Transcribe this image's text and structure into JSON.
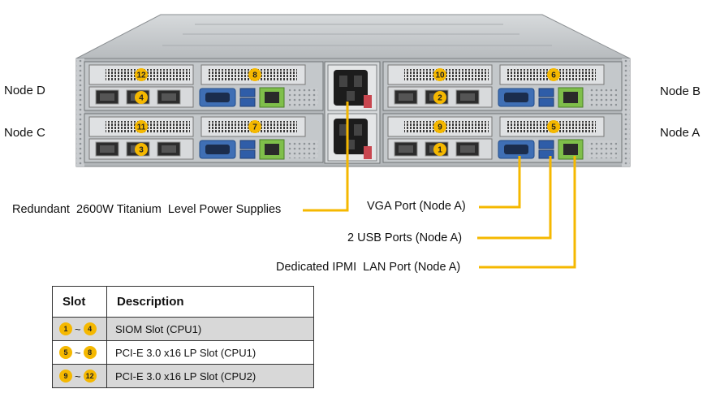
{
  "node_labels": {
    "node_d": "Node D",
    "node_c": "Node C",
    "node_b": "Node B",
    "node_a": "Node A"
  },
  "slot_numbers": [
    "12",
    "8",
    "10",
    "6",
    "4",
    "2",
    "11",
    "7",
    "9",
    "5",
    "3",
    "1"
  ],
  "callouts": {
    "power": "Redundant  2600W Titanium  Level Power Supplies",
    "vga": "VGA Port (Node A)",
    "usb": "2 USB Ports (Node A)",
    "ipmi": "Dedicated IPMI  LAN Port (Node A)"
  },
  "table": {
    "headers": [
      "Slot",
      "Description"
    ],
    "tilde": "~",
    "rows": [
      {
        "from": "1",
        "to": "4",
        "desc": "SIOM Slot (CPU1)"
      },
      {
        "from": "5",
        "to": "8",
        "desc": "PCI-E  3.0 x16  LP Slot (CPU1)"
      },
      {
        "from": "9",
        "to": "12",
        "desc": "PCI-E  3.0 x16  LP Slot (CPU2)"
      }
    ]
  },
  "colors": {
    "badge": "#f5b800",
    "leader_line": "#f5b800",
    "chassis": "#b9bdc0",
    "vga_port": "#3f6fb5",
    "usb_port": "#2f5da8",
    "lan_port": "#7fbf4a",
    "psu_handle": "#c8464f"
  }
}
